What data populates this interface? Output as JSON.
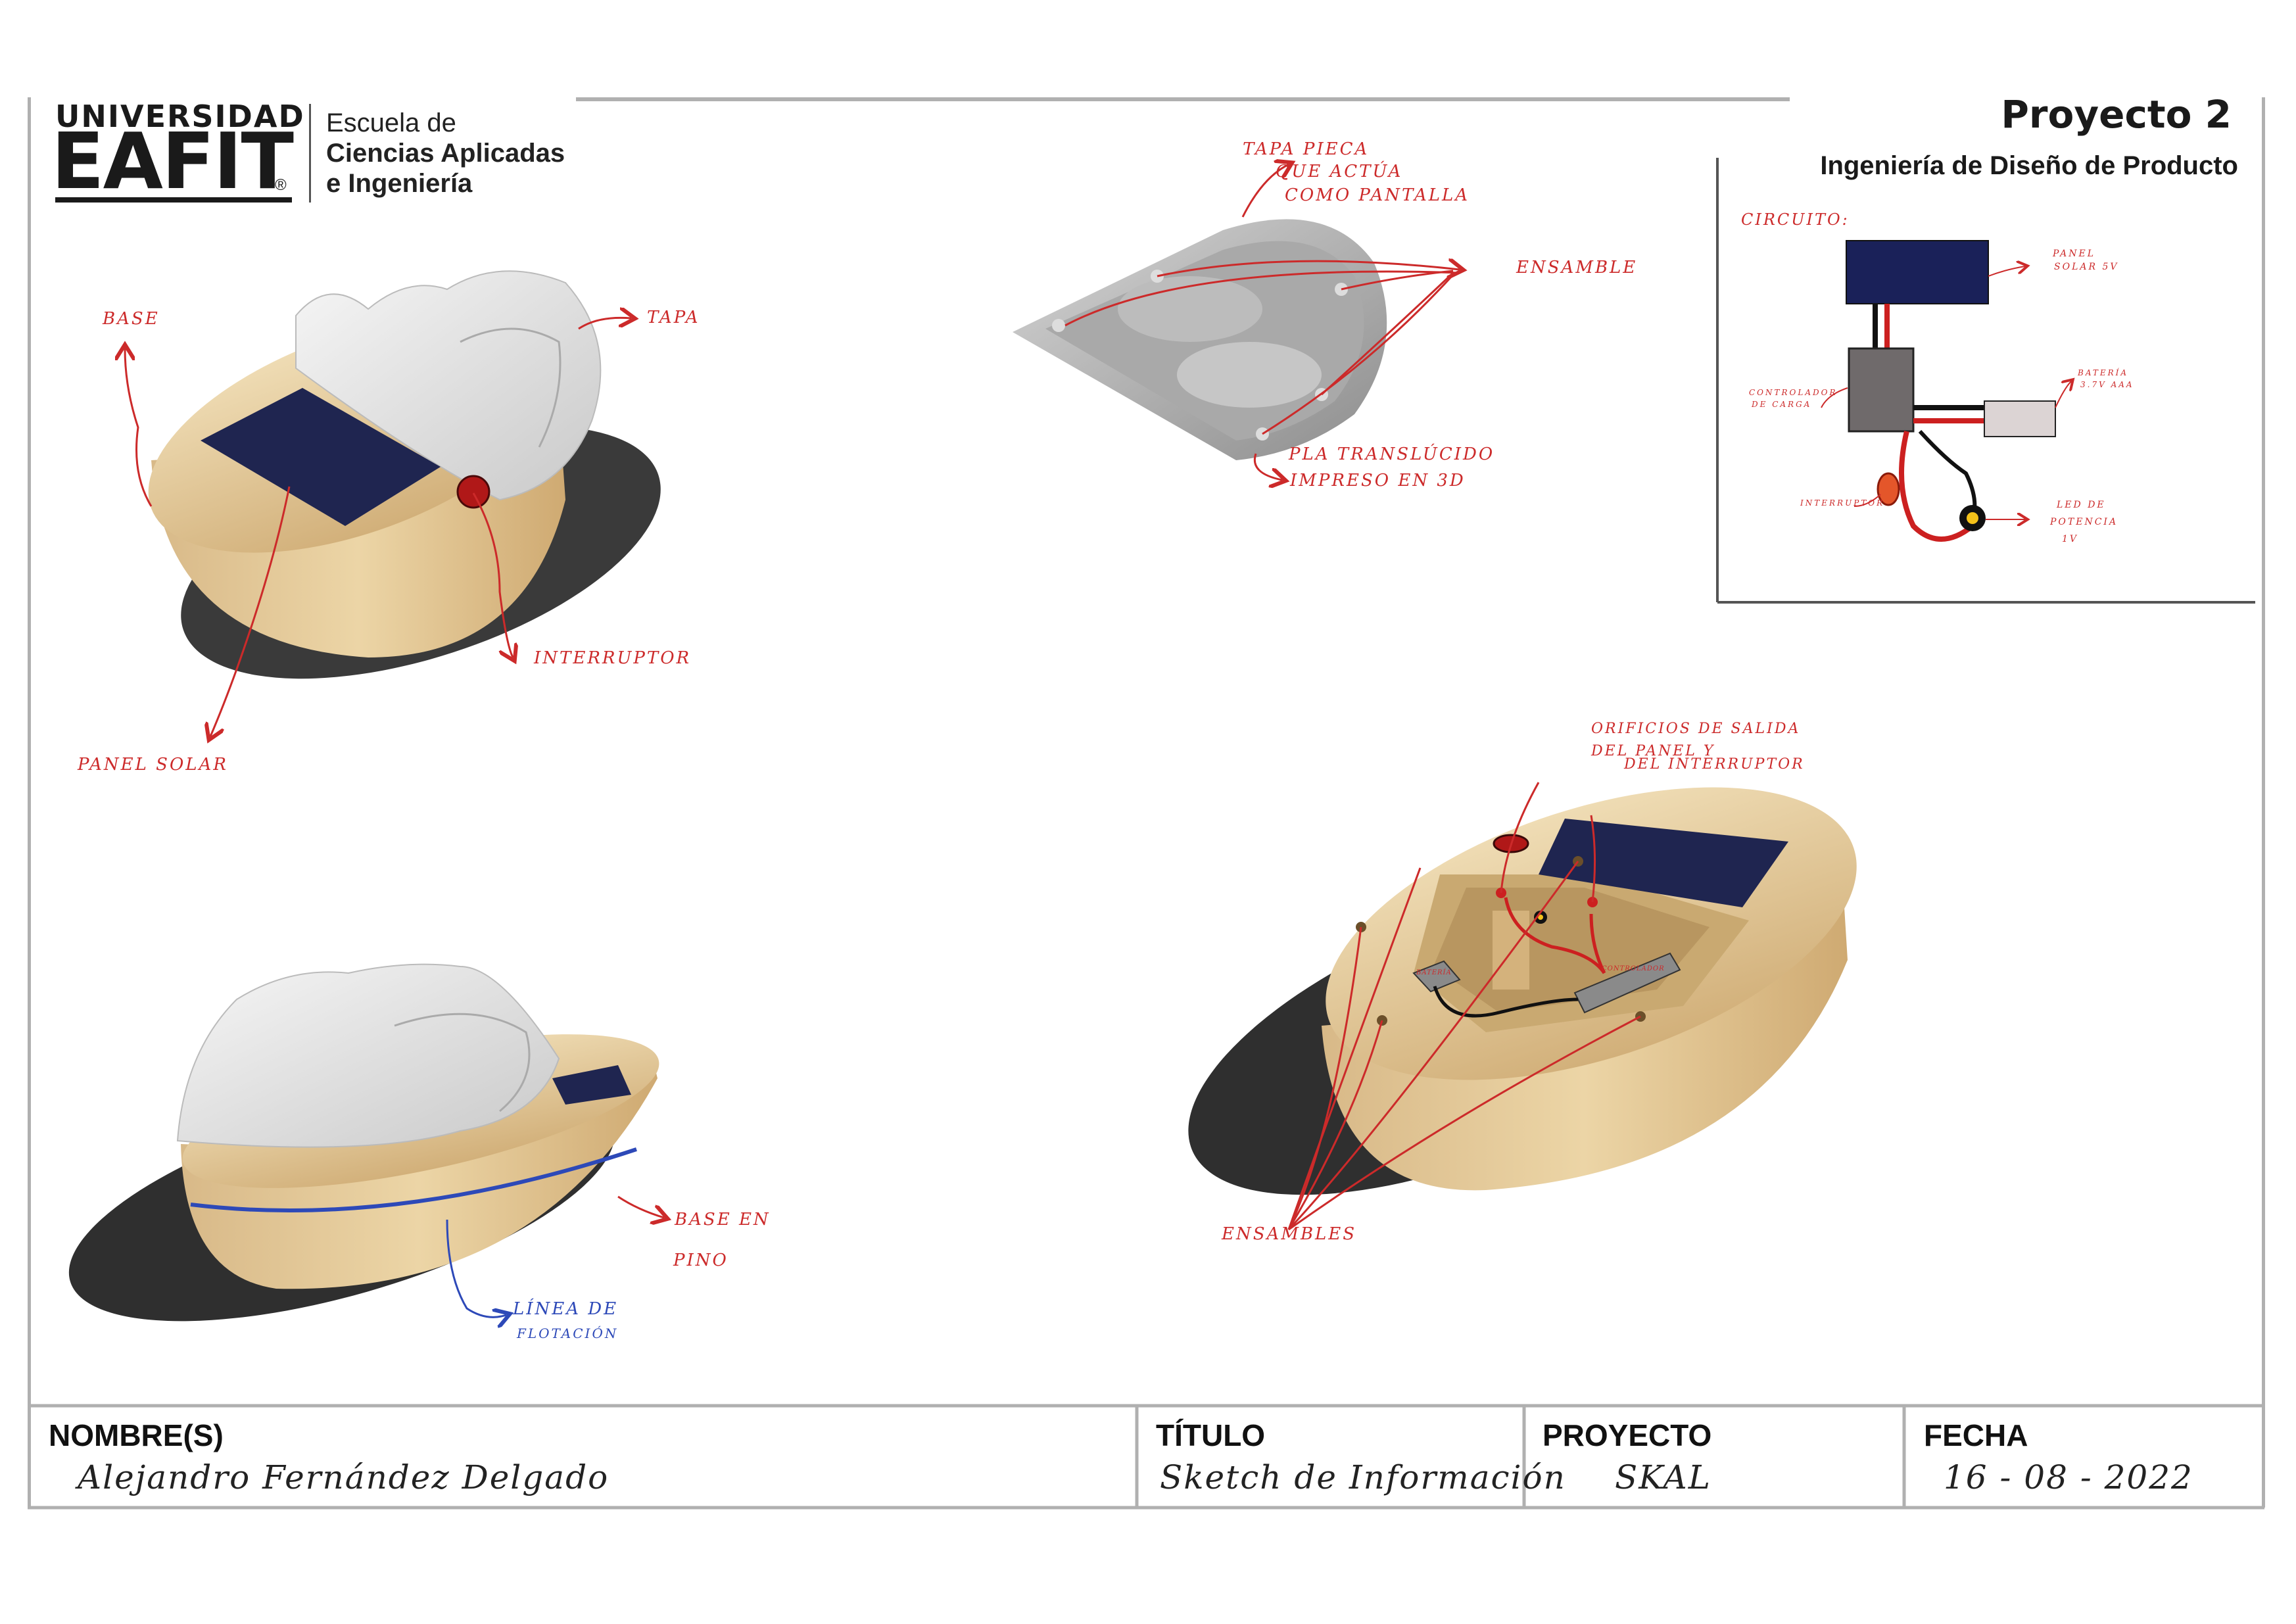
{
  "header": {
    "logo_universidad": "UNIVERSIDAD",
    "logo_eafit": "EAFIT",
    "logo_registered": "®",
    "school_line1": "Escuela de",
    "school_line2": "Ciencias Aplicadas",
    "school_line3": "e Ingeniería",
    "project_title": "Proyecto 2",
    "project_subtitle": "Ingeniería de Diseño de Producto"
  },
  "annotations": {
    "base": "BASE",
    "tapa": "TAPA",
    "interruptor": "INTERRUPTOR",
    "panel_solar": "PANEL SOLAR",
    "tapa_pieza_1": "TAPA PIECA",
    "tapa_pieza_2": "QUE ACTÚA",
    "tapa_pieza_3": "COMO PANTALLA",
    "ensamble": "ENSAMBLE",
    "pla_1": "PLA TRANSLÚCIDO",
    "pla_2": "IMPRESO EN 3D",
    "orificios_1": "ORIFICIOS DE SALIDA",
    "orificios_2": "DEL PANEL Y",
    "orificios_3": "DEL INTERRUPTOR",
    "ensambles": "ENSAMBLES",
    "base_pino_1": "BASE EN",
    "base_pino_2": "PINO",
    "linea_1": "LÍNEA DE",
    "linea_2": "FLOTACIÓN"
  },
  "circuit": {
    "title": "CIRCUITO:",
    "panel_1": "PANEL",
    "panel_2": "SOLAR 5V",
    "controlador_1": "CONTROLADOR",
    "controlador_2": "DE CARGA",
    "bateria_1": "BATERÍA",
    "bateria_2": "3.7V AAA",
    "interruptor": "INTERRUPTOR",
    "led_1": "LED DE",
    "led_2": "POTENCIA",
    "led_3": "1V"
  },
  "inner_labels": {
    "bateria": "BATERÍA",
    "controlador": "CONTROLADOR"
  },
  "title_block": {
    "nombre_label": "NOMBRE(S)",
    "nombre_value": "Alejandro Fernández Delgado",
    "titulo_label": "TÍTULO",
    "titulo_value": "Sketch de Información",
    "proyecto_label": "PROYECTO",
    "proyecto_value": "SKAL",
    "fecha_label": "FECHA",
    "fecha_value": "16 - 08 - 2022"
  },
  "colors": {
    "annotation_red": "#cc2a2a",
    "annotation_blue": "#2d49b8",
    "wood": "#e2c99a",
    "solar_panel": "#1f2550"
  }
}
